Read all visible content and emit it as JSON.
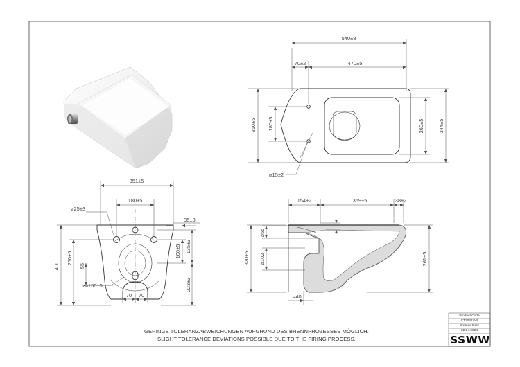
{
  "dimensions": {
    "top_overall": "540±8",
    "top_left_offset": "70±2",
    "top_main": "470±5",
    "top_height_outer": "360±5",
    "top_height_holes": "180±5",
    "top_seat_width": "260±5",
    "top_bowl_width": "344±5",
    "top_hole_dia": "⌀15±2",
    "front_width": "351±5",
    "front_hole_spacing": "180±5",
    "front_hole_dia": "⌀25±3",
    "front_right_offset": "35±3",
    "front_height_260": "260±5",
    "front_height_100": "100±5",
    "front_height_135": "135±3",
    "front_height_55": "55",
    "front_height_400": "400",
    "front_height_223": "223±3",
    "front_outlet_dia": ">⌀150±5",
    "front_spacing_left": "70",
    "front_spacing_right": "70",
    "side_back": "154±2",
    "side_mid": "369±5",
    "side_front": "38±2",
    "side_inlet_dia": "⌀55",
    "side_outlet_dia": "⌀102",
    "side_height_320": "320±5",
    "side_height_261": "261±5",
    "side_min_40": ">40"
  },
  "notes": {
    "german": "GERINGE TOLERANZABWEICHUNGEN AUFGRUND DES BRENNPROZESSES MÖGLICH.",
    "english": "SLIGHT TOLERANCE DEVIATIONS POSSIBLE DUE TO THE FIRING PROCESS."
  },
  "title_block": {
    "product_code_label": "Product Code",
    "product_code": "CT2041V-B",
    "created_label": "Created Date",
    "created_date": "02.04.2024",
    "logo": "SSWW"
  }
}
